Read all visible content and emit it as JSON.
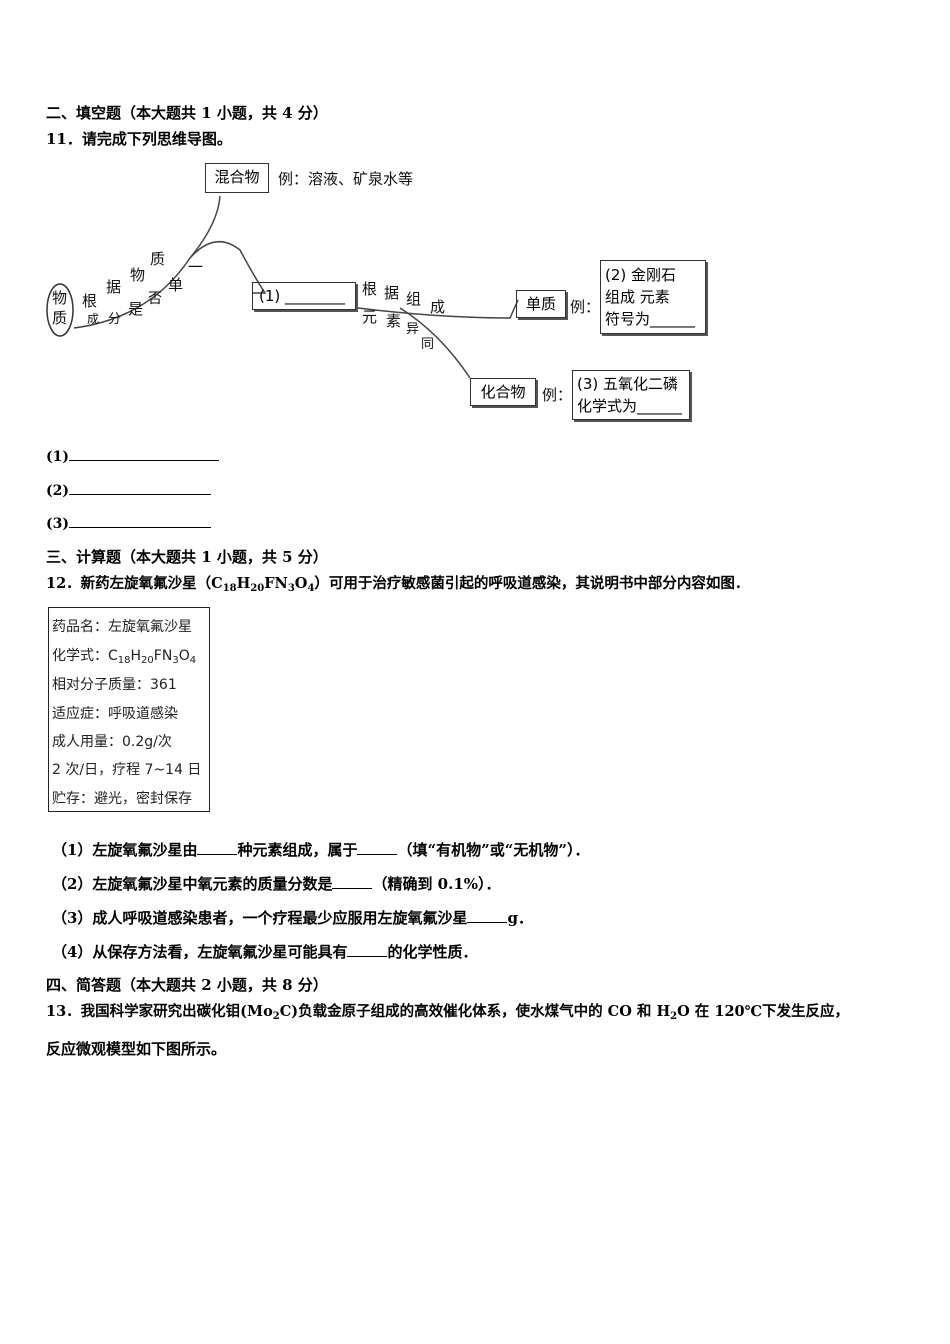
{
  "section2": {
    "heading": "二、填空题（本大题共 1 小题，共 4 分）"
  },
  "q11": {
    "stem": "11．请完成下列思维导图。",
    "mindmap": {
      "center": "物质",
      "branch1_chars": [
        "根",
        "据",
        "物",
        "质",
        "成",
        "分",
        "是",
        "否",
        "单",
        "一"
      ],
      "mixture_box": "混合物",
      "mixture_example": "例：溶液、矿泉水等",
      "pure_box": "(1) ________",
      "branch2_chars": [
        "根",
        "据",
        "组",
        "成",
        "元",
        "素",
        "异",
        "同"
      ],
      "element_box": "单质",
      "element_example_prefix": "例：",
      "element_example": [
        "(2) 金刚石",
        "组成 元素",
        "符号为______"
      ],
      "compound_box": "化合物",
      "compound_example_prefix": "例：",
      "compound_example": [
        "(3) 五氧化二磷",
        "化学式为______"
      ]
    },
    "answers": [
      "(1)",
      "(2)",
      "(3)"
    ]
  },
  "section3": {
    "heading": "三、计算题（本大题共 1 小题，共 5 分）"
  },
  "q12": {
    "stem_prefix": "12．新药左旋氧氟沙星（C",
    "stem_s1": "18",
    "stem_mid1": "H",
    "stem_s2": "20",
    "stem_mid2": "FN",
    "stem_s3": "3",
    "stem_mid3": "O",
    "stem_s4": "4",
    "stem_suffix": "）可用于治疗敏感菌引起的呼吸道感染，其说明书中部分内容如图．",
    "label": {
      "name": "药品名：左旋氧氟沙星",
      "formula_prefix": "化学式：C",
      "formula_s1": "18",
      "formula_mid1": "H",
      "formula_s2": "20",
      "formula_mid2": "FN",
      "formula_s3": "3",
      "formula_mid3": "O",
      "formula_s4": "4",
      "mass": "相对分子质量：361",
      "indication": "适应症：呼吸道感染",
      "dose": "成人用量：0.2g/次",
      "course": "2 次/日，疗程 7~14 日",
      "storage": "贮存：避光，密封保存"
    },
    "sub1_a": "（1）左旋氧氟沙星由",
    "sub1_b": "种元素组成，属于",
    "sub1_c": "（填“有机物”或“无机物”）．",
    "sub2_a": "（2）左旋氧氟沙星中氧元素的质量分数是",
    "sub2_b": "（精确到 0.1%）．",
    "sub3_a": "（3）成人呼吸道感染患者，一个疗程最少应服用左旋氧氟沙星",
    "sub3_b": "g．",
    "sub4_a": "（4）从保存方法看，左旋氧氟沙星可能具有",
    "sub4_b": "的化学性质．"
  },
  "section4": {
    "heading": "四、简答题（本大题共 2 小题，共 8 分）"
  },
  "q13": {
    "line1_a": "13．我国科学家研究出碳化钼(Mo",
    "line1_s": "2",
    "line1_b": "C)负载金原子组成的高效催化体系，使水煤气中的 CO 和 H",
    "line1_s2": "2",
    "line1_c": "O 在 120℃下发生反应，",
    "line2": "反应微观模型如下图所示。"
  }
}
